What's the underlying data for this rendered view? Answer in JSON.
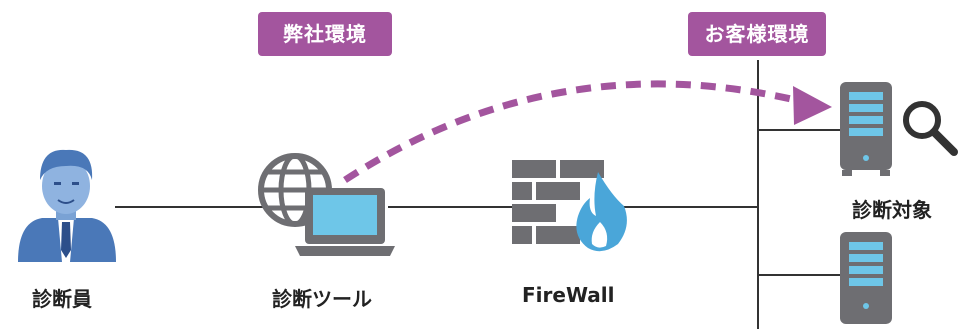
{
  "badges": {
    "company_env": "弊社環境",
    "customer_env": "お客様環境"
  },
  "labels": {
    "diagnostician": "診断員",
    "diagnostic_tool": "診断ツール",
    "firewall": "FireWall",
    "target": "診断対象"
  },
  "colors": {
    "accent": "#a3559e",
    "line": "#333333",
    "device_gray": "#6e6e72",
    "screen_blue": "#6ec6e8",
    "person_blue": "#4a78b8",
    "flame_blue": "#4aa6d9"
  }
}
